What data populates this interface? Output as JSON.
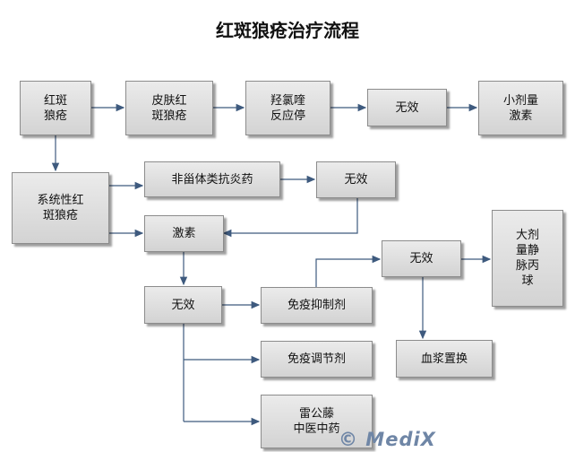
{
  "title": "红斑狼疮治疗流程",
  "nodes": {
    "sle": "红斑\n狼疮",
    "dle": "皮肤红\n斑狼疮",
    "hcq": "羟氯喹\n反应停",
    "ineffective": "无效",
    "low_dose_steroid": "小剂量\n激素",
    "systemic_sle": "系统性红\n斑狼疮",
    "nsaid": "非甾体类抗炎药",
    "steroid": "激素",
    "immunosuppressant": "免疫抑制剂",
    "immunomodulator": "免疫调节剂",
    "tcm": "雷公藤\n中医中药",
    "high_dose_iv": "大剂\n量静\n脉丙\n球",
    "plasmapheresis": "血浆置换"
  },
  "watermark": "© MediX"
}
